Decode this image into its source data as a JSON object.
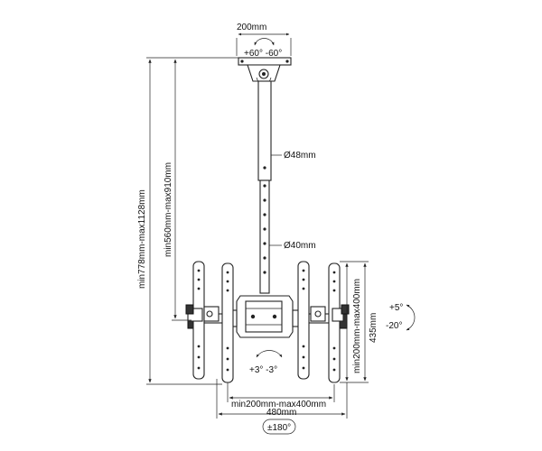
{
  "labels": {
    "top_plate_width": "200mm",
    "top_rotation": "+60° -60°",
    "tube_upper_diameter": "Ø48mm",
    "tube_lower_diameter": "Ø40mm",
    "overall_height_range": "min778mm-max1128mm",
    "pole_height_range": "min560mm-max910mm",
    "vesa_vertical_range": "min200mm-max400mm",
    "bracket_height": "435mm",
    "tilt_up": "+5°",
    "tilt_down": "-20°",
    "roll_adjust": "+3° -3°",
    "vesa_horizontal_range": "min200mm-max400mm",
    "overall_width": "480mm",
    "swivel": "±180°"
  },
  "icons": {
    "rotation_arrow": "curved-arrow-icon",
    "tilt_arrow": "curved-arrow-icon"
  }
}
